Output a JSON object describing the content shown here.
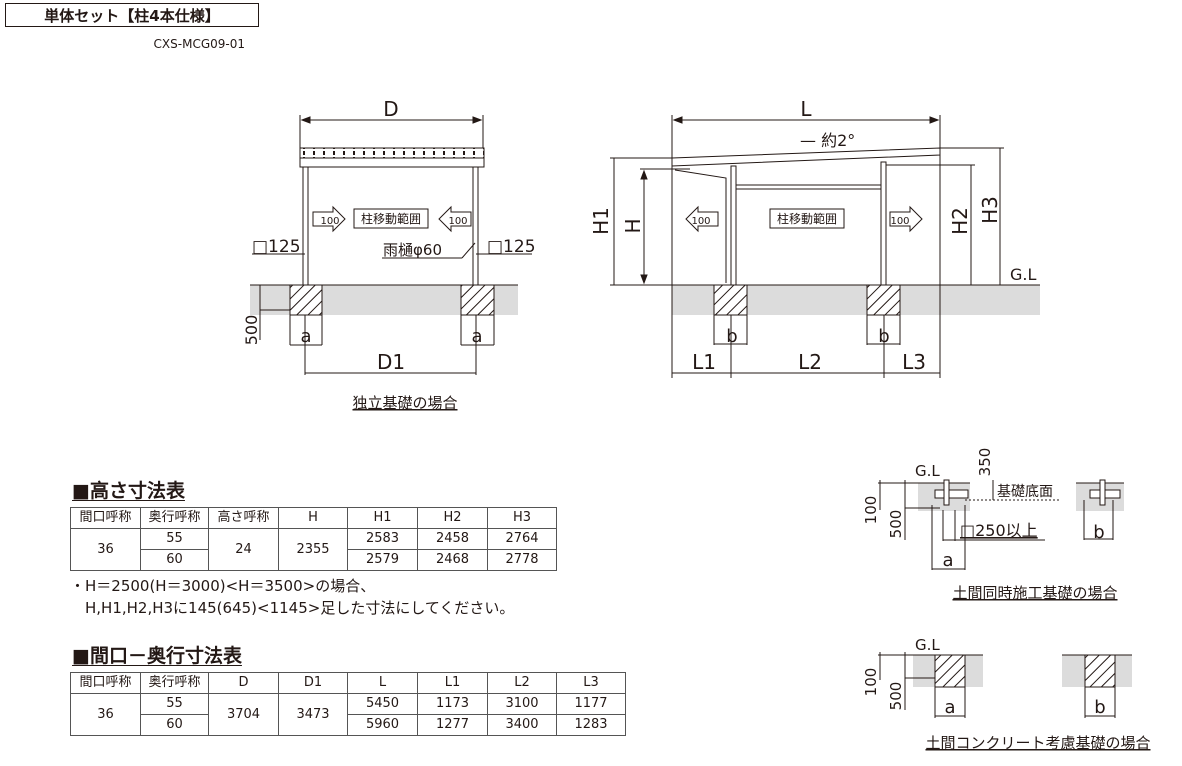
{
  "header": {
    "title": "単体セット【柱4本仕様】",
    "model": "CXS-MCG09-01"
  },
  "front_view": {
    "d_label": "D",
    "d1_label": "D1",
    "a_label": "a",
    "post_size_left": "□125",
    "post_size_right": "□125",
    "gutter_label": "雨樋φ60",
    "move_range": "柱移動範囲",
    "arrow_left": "100",
    "arrow_right": "100",
    "depth_label": "500",
    "caption": "独立基礎の場合"
  },
  "side_view": {
    "l_label": "L",
    "slope": "— 約2°",
    "h1": "H1",
    "h": "H",
    "h2": "H2",
    "h3": "H3",
    "gl": "G.L",
    "move_range": "柱移動範囲",
    "arrow_left": "100",
    "arrow_right": "100",
    "b_label": "b",
    "l1": "L1",
    "l2": "L2",
    "l3": "L3"
  },
  "detail_slab": {
    "gl": "G.L",
    "d350": "350",
    "base_bottom": "基礎底面",
    "d100": "100",
    "d500": "500",
    "square": "□250以上",
    "a_label": "a",
    "b_label": "b",
    "caption": "土間同時施工基礎の場合"
  },
  "detail_concrete": {
    "gl": "G.L",
    "d100": "100",
    "d500": "500",
    "a_label": "a",
    "b_label": "b",
    "caption": "土間コンクリート考慮基礎の場合"
  },
  "height_table": {
    "title": "■高さ寸法表",
    "headers": [
      "間口呼称",
      "奥行呼称",
      "高さ呼称",
      "H",
      "H1",
      "H2",
      "H3"
    ],
    "width_code": "36",
    "height_code": "24",
    "h": "2355",
    "rows": [
      {
        "depth": "55",
        "h1": "2583",
        "h2": "2458",
        "h3": "2764"
      },
      {
        "depth": "60",
        "h1": "2579",
        "h2": "2468",
        "h3": "2778"
      }
    ],
    "note1": "・H＝2500(H＝3000)<H＝3500>の場合、",
    "note2": "　H,H1,H2,H3に145(645)<1145>足した寸法にしてください。"
  },
  "size_table": {
    "title": "■間口－奥行寸法表",
    "headers": [
      "間口呼称",
      "奥行呼称",
      "D",
      "D1",
      "L",
      "L1",
      "L2",
      "L3"
    ],
    "width_code": "36",
    "d": "3704",
    "d1": "3473",
    "rows": [
      {
        "depth": "55",
        "l": "5450",
        "l1": "1173",
        "l2": "3100",
        "l3": "1177"
      },
      {
        "depth": "60",
        "l": "5960",
        "l1": "1277",
        "l2": "3400",
        "l3": "1283"
      }
    ]
  }
}
